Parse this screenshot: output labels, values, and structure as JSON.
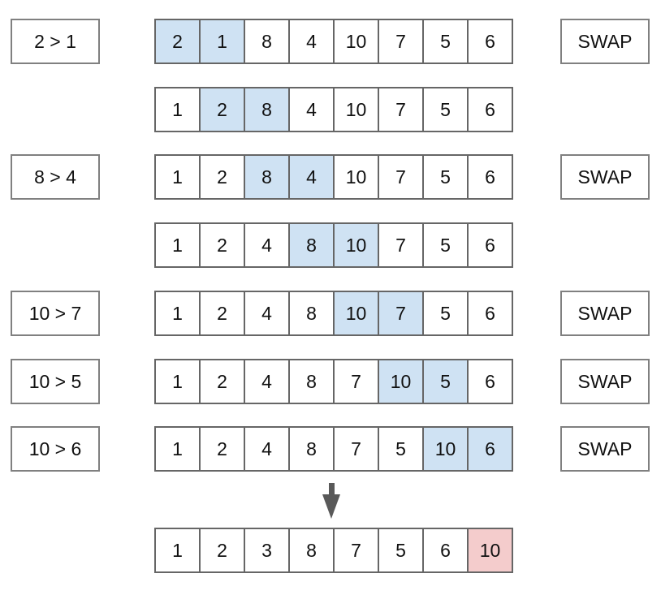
{
  "diagram": {
    "title": "bubble-sort-pass-visualization",
    "swap_label": "SWAP",
    "colors": {
      "highlight_blue": "#cfe2f3",
      "highlight_pink": "#f4cccc",
      "cell_border": "#666666",
      "label_border": "#808080",
      "arrow": "#595959",
      "text": "#111111"
    },
    "rows": [
      {
        "comparison": "2 > 1",
        "values": [
          2,
          1,
          8,
          4,
          10,
          7,
          5,
          6
        ],
        "highlight": [
          0,
          1
        ],
        "swap": true
      },
      {
        "comparison": null,
        "values": [
          1,
          2,
          8,
          4,
          10,
          7,
          5,
          6
        ],
        "highlight": [
          1,
          2
        ],
        "swap": false
      },
      {
        "comparison": "8 > 4",
        "values": [
          1,
          2,
          8,
          4,
          10,
          7,
          5,
          6
        ],
        "highlight": [
          2,
          3
        ],
        "swap": true
      },
      {
        "comparison": null,
        "values": [
          1,
          2,
          4,
          8,
          10,
          7,
          5,
          6
        ],
        "highlight": [
          3,
          4
        ],
        "swap": false
      },
      {
        "comparison": "10 > 7",
        "values": [
          1,
          2,
          4,
          8,
          10,
          7,
          5,
          6
        ],
        "highlight": [
          4,
          5
        ],
        "swap": true
      },
      {
        "comparison": "10 > 5",
        "values": [
          1,
          2,
          4,
          8,
          7,
          10,
          5,
          6
        ],
        "highlight": [
          5,
          6
        ],
        "swap": true
      },
      {
        "comparison": "10 > 6",
        "values": [
          1,
          2,
          4,
          8,
          7,
          5,
          10,
          6
        ],
        "highlight": [
          6,
          7
        ],
        "swap": true
      }
    ],
    "final_row": {
      "values": [
        1,
        2,
        3,
        8,
        7,
        5,
        6,
        10
      ],
      "highlight": [
        7
      ]
    }
  }
}
